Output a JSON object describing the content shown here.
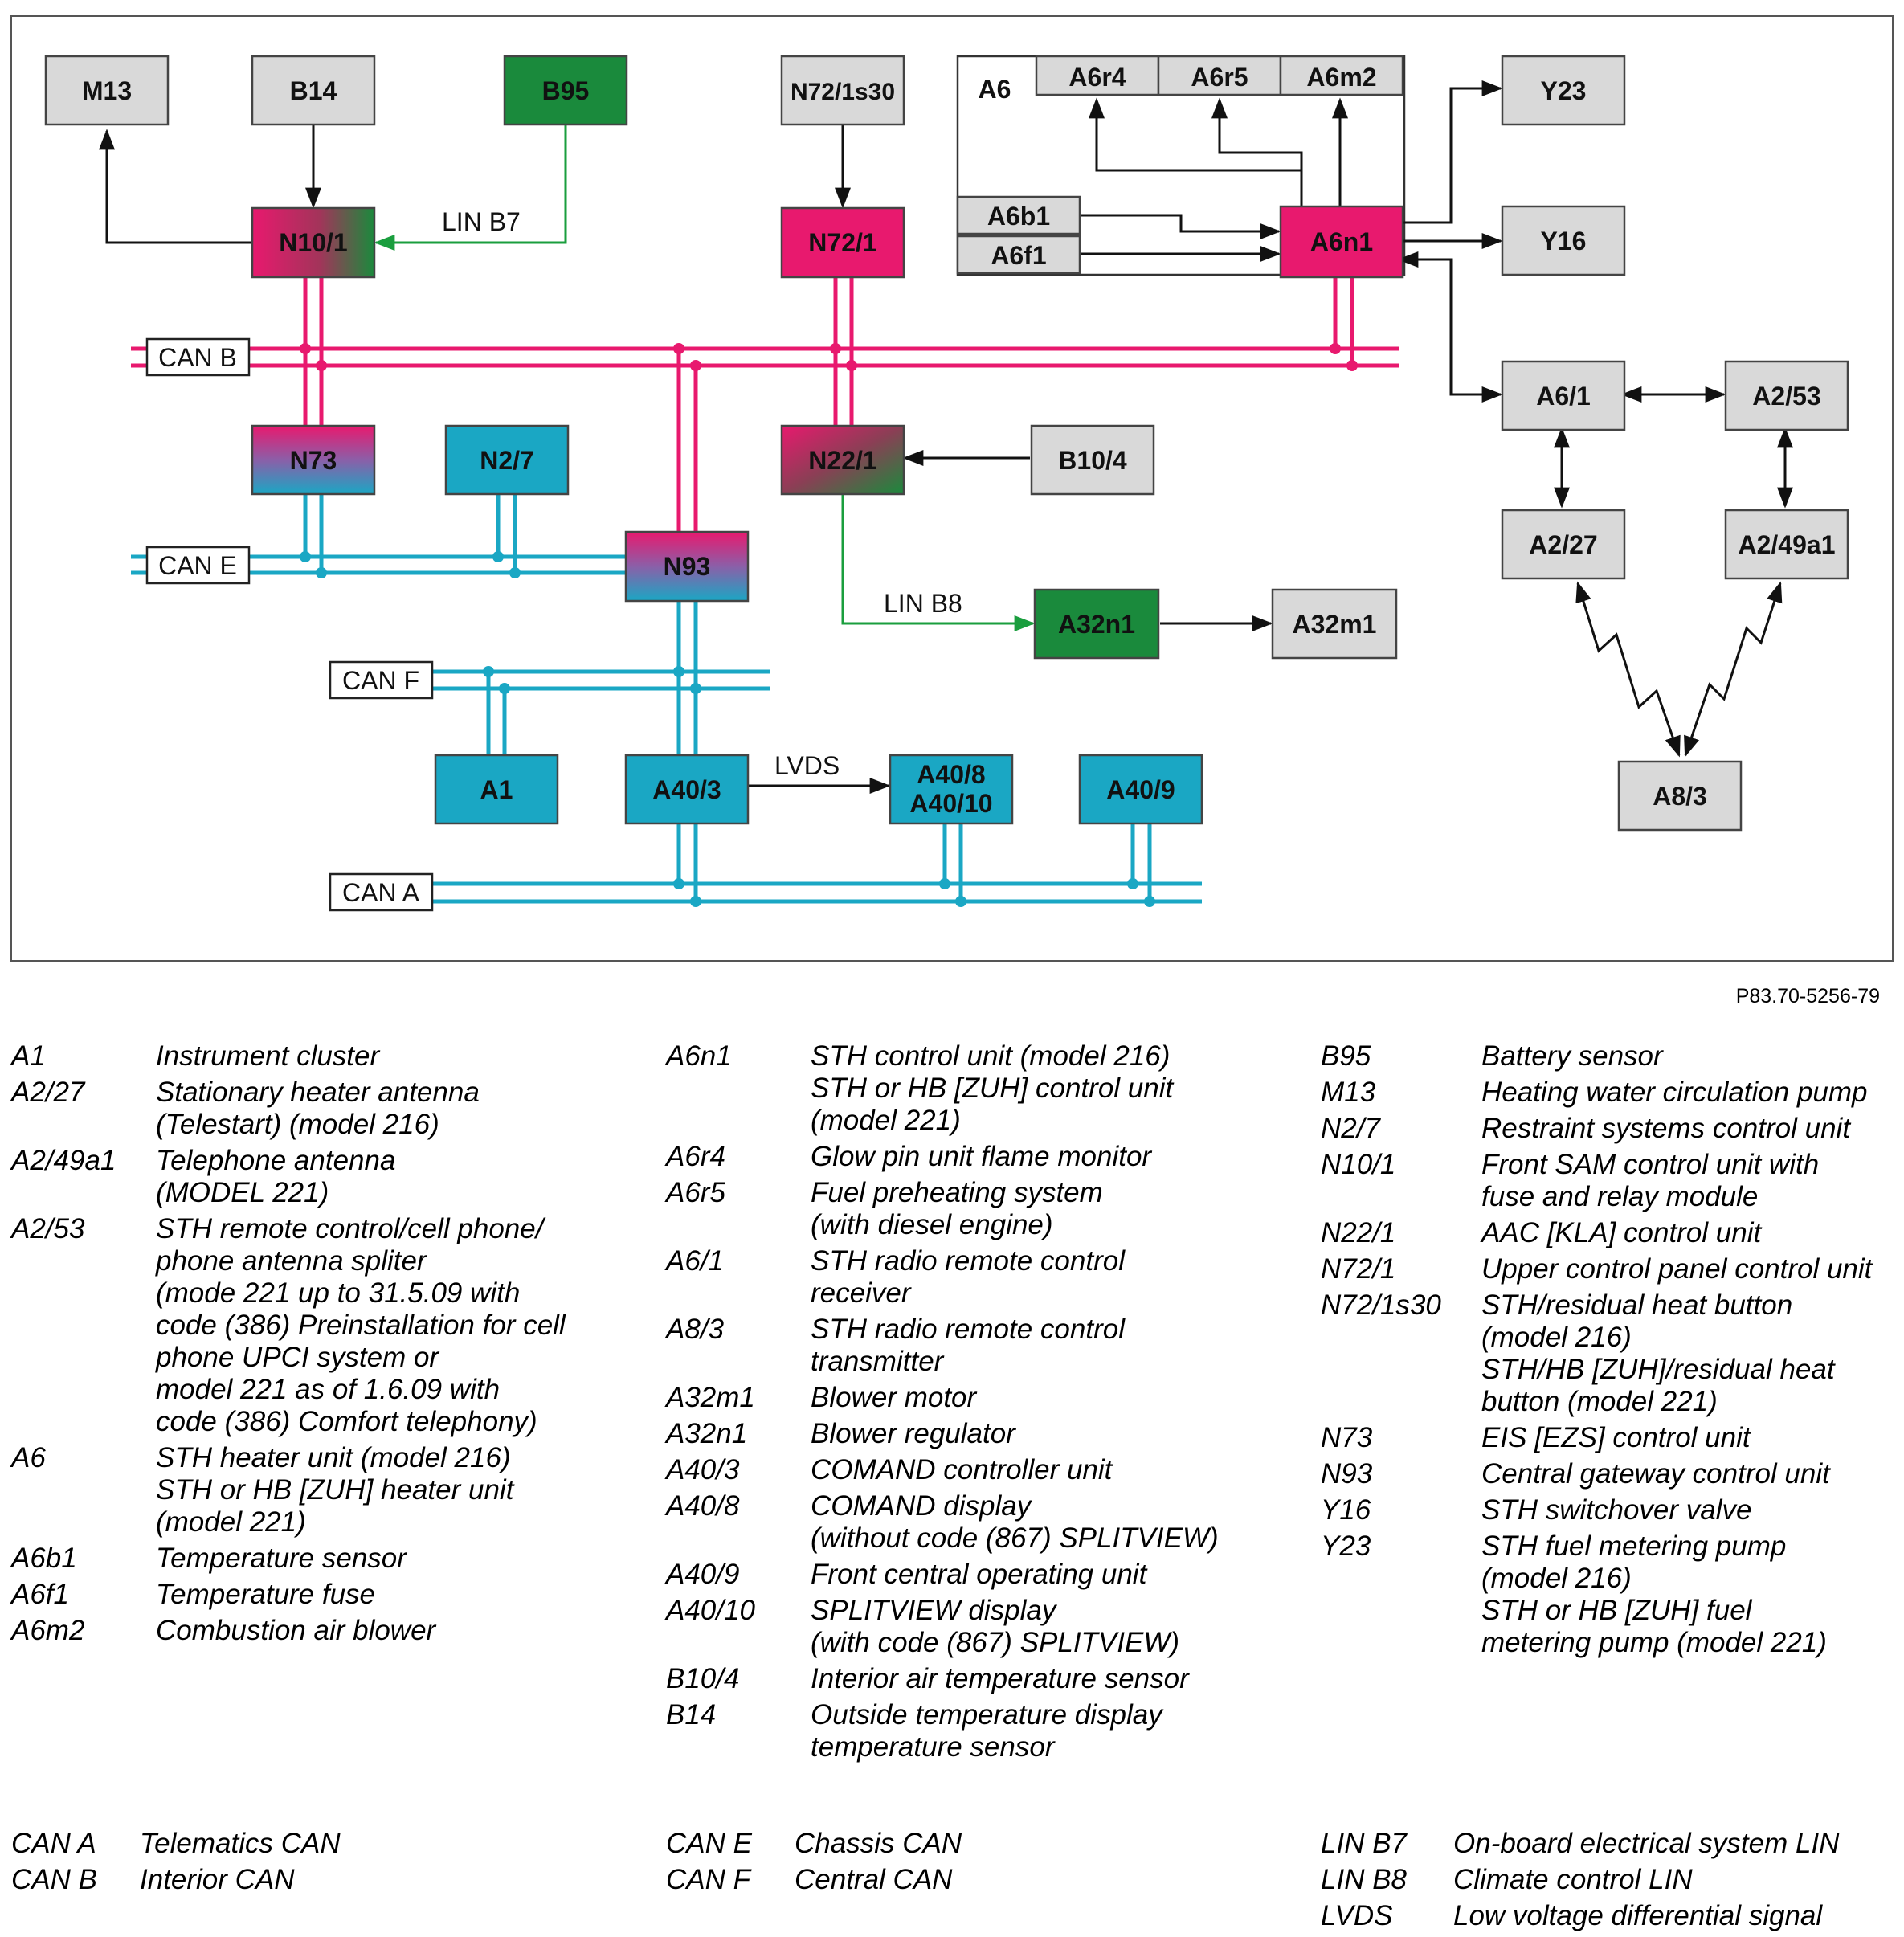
{
  "diagram": {
    "reference": "P83.70-5256-79",
    "nodes": [
      {
        "id": "M13",
        "label": "M13",
        "style": "gray"
      },
      {
        "id": "B14",
        "label": "B14",
        "style": "gray"
      },
      {
        "id": "B95",
        "label": "B95",
        "style": "green"
      },
      {
        "id": "N72/1s30",
        "label": "N72/1s30",
        "style": "gray"
      },
      {
        "id": "A6",
        "label": "A6",
        "style": "container"
      },
      {
        "id": "A6r4",
        "label": "A6r4",
        "style": "gray"
      },
      {
        "id": "A6r5",
        "label": "A6r5",
        "style": "gray"
      },
      {
        "id": "A6m2",
        "label": "A6m2",
        "style": "gray"
      },
      {
        "id": "A6b1",
        "label": "A6b1",
        "style": "gray"
      },
      {
        "id": "A6f1",
        "label": "A6f1",
        "style": "gray"
      },
      {
        "id": "A6n1",
        "label": "A6n1",
        "style": "magenta"
      },
      {
        "id": "Y23",
        "label": "Y23",
        "style": "gray"
      },
      {
        "id": "Y16",
        "label": "Y16",
        "style": "gray"
      },
      {
        "id": "N10/1",
        "label": "N10/1",
        "style": "magenta-green"
      },
      {
        "id": "N72/1",
        "label": "N72/1",
        "style": "magenta"
      },
      {
        "id": "N73",
        "label": "N73",
        "style": "magenta-cyan"
      },
      {
        "id": "N2/7",
        "label": "N2/7",
        "style": "cyan"
      },
      {
        "id": "N22/1",
        "label": "N22/1",
        "style": "magenta-green"
      },
      {
        "id": "B10/4",
        "label": "B10/4",
        "style": "gray"
      },
      {
        "id": "N93",
        "label": "N93",
        "style": "magenta-cyan"
      },
      {
        "id": "A32n1",
        "label": "A32n1",
        "style": "green"
      },
      {
        "id": "A32m1",
        "label": "A32m1",
        "style": "gray"
      },
      {
        "id": "A1",
        "label": "A1",
        "style": "cyan"
      },
      {
        "id": "A40/3",
        "label": "A40/3",
        "style": "cyan"
      },
      {
        "id": "A40/8 A40/10",
        "label": "A40/8",
        "label2": "A40/10",
        "style": "cyan"
      },
      {
        "id": "A40/9",
        "label": "A40/9",
        "style": "cyan"
      },
      {
        "id": "A6/1",
        "label": "A6/1",
        "style": "gray"
      },
      {
        "id": "A2/53",
        "label": "A2/53",
        "style": "gray"
      },
      {
        "id": "A2/27",
        "label": "A2/27",
        "style": "gray"
      },
      {
        "id": "A2/49a1",
        "label": "A2/49a1",
        "style": "gray"
      },
      {
        "id": "A8/3",
        "label": "A8/3",
        "style": "gray"
      }
    ],
    "buses": [
      {
        "id": "CAN B",
        "label": "CAN B",
        "color": "#e8196e"
      },
      {
        "id": "CAN E",
        "label": "CAN E",
        "color": "#1aa7c4"
      },
      {
        "id": "CAN F",
        "label": "CAN F",
        "color": "#1aa7c4"
      },
      {
        "id": "CAN A",
        "label": "CAN A",
        "color": "#1aa7c4"
      }
    ],
    "edge_labels": [
      {
        "id": "LIN B7",
        "label": "LIN B7"
      },
      {
        "id": "LIN B8",
        "label": "LIN B8"
      },
      {
        "id": "LVDS",
        "label": "LVDS"
      }
    ],
    "edges": [
      {
        "from": "N10/1",
        "to": "M13",
        "kind": "arrow"
      },
      {
        "from": "B14",
        "to": "N10/1",
        "kind": "arrow"
      },
      {
        "from": "B95",
        "to": "N10/1",
        "kind": "LIN B7"
      },
      {
        "from": "N72/1s30",
        "to": "N72/1",
        "kind": "arrow"
      },
      {
        "from": "A6n1",
        "to": "A6r4",
        "kind": "arrow"
      },
      {
        "from": "A6n1",
        "to": "A6r5",
        "kind": "arrow"
      },
      {
        "from": "A6n1",
        "to": "A6m2",
        "kind": "arrow"
      },
      {
        "from": "A6b1",
        "to": "A6n1",
        "kind": "arrow"
      },
      {
        "from": "A6f1",
        "to": "A6n1",
        "kind": "arrow"
      },
      {
        "from": "A6n1",
        "to": "Y23",
        "kind": "arrow"
      },
      {
        "from": "A6n1",
        "to": "Y16",
        "kind": "arrow"
      },
      {
        "from": "A6n1",
        "to": "A6/1",
        "kind": "bidirectional"
      },
      {
        "from": "A6/1",
        "to": "A2/53",
        "kind": "bidirectional"
      },
      {
        "from": "A6/1",
        "to": "A2/27",
        "kind": "bidirectional"
      },
      {
        "from": "A2/53",
        "to": "A2/49a1",
        "kind": "bidirectional"
      },
      {
        "from": "A2/27",
        "to": "A8/3",
        "kind": "radio"
      },
      {
        "from": "A2/49a1",
        "to": "A8/3",
        "kind": "radio"
      },
      {
        "from": "B10/4",
        "to": "N22/1",
        "kind": "arrow"
      },
      {
        "from": "N22/1",
        "to": "A32n1",
        "kind": "LIN B8"
      },
      {
        "from": "A32n1",
        "to": "A32m1",
        "kind": "arrow"
      },
      {
        "from": "A40/3",
        "to": "A40/8 A40/10",
        "kind": "LVDS"
      }
    ]
  },
  "legend": {
    "columns": [
      [
        {
          "code": "A1",
          "lines": [
            "Instrument cluster"
          ]
        },
        {
          "code": "A2/27",
          "lines": [
            "Stationary heater antenna",
            "(Telestart) (model 216)"
          ]
        },
        {
          "code": "A2/49a1",
          "lines": [
            "Telephone antenna",
            "(MODEL 221)"
          ]
        },
        {
          "code": "A2/53",
          "lines": [
            "STH remote control/cell phone/",
            "phone antenna spliter",
            "(mode 221 up to 31.5.09 with",
            "code (386) Preinstallation for cell",
            "phone UPCI system or",
            "model 221 as of 1.6.09 with",
            "code (386) Comfort telephony)"
          ]
        },
        {
          "code": "A6",
          "lines": [
            "STH heater unit (model 216)",
            "STH or HB [ZUH] heater unit",
            "(model 221)"
          ]
        },
        {
          "code": "A6b1",
          "lines": [
            "Temperature sensor"
          ]
        },
        {
          "code": "A6f1",
          "lines": [
            "Temperature fuse"
          ]
        },
        {
          "code": "A6m2",
          "lines": [
            "Combustion air blower"
          ]
        }
      ],
      [
        {
          "code": "A6n1",
          "lines": [
            "STH control unit (model 216)",
            "STH or HB [ZUH] control unit",
            "(model 221)"
          ]
        },
        {
          "code": "A6r4",
          "lines": [
            "Glow pin unit flame monitor"
          ]
        },
        {
          "code": "A6r5",
          "lines": [
            "Fuel preheating system",
            "(with diesel engine)"
          ]
        },
        {
          "code": "A6/1",
          "lines": [
            "STH radio remote control",
            "receiver"
          ]
        },
        {
          "code": "A8/3",
          "lines": [
            "STH radio remote control",
            "transmitter"
          ]
        },
        {
          "code": "A32m1",
          "lines": [
            "Blower motor"
          ]
        },
        {
          "code": "A32n1",
          "lines": [
            "Blower regulator"
          ]
        },
        {
          "code": "A40/3",
          "lines": [
            "COMAND controller unit"
          ]
        },
        {
          "code": "A40/8",
          "lines": [
            "COMAND display",
            "(without code (867) SPLITVIEW)"
          ]
        },
        {
          "code": "A40/9",
          "lines": [
            "Front central operating unit"
          ]
        },
        {
          "code": "A40/10",
          "lines": [
            "SPLITVIEW display",
            "(with code (867) SPLITVIEW)"
          ]
        },
        {
          "code": "B10/4",
          "lines": [
            "Interior air temperature sensor"
          ]
        },
        {
          "code": "B14",
          "lines": [
            "Outside temperature display",
            "temperature sensor"
          ]
        }
      ],
      [
        {
          "code": "B95",
          "lines": [
            "Battery sensor"
          ]
        },
        {
          "code": "M13",
          "lines": [
            "Heating water circulation pump"
          ]
        },
        {
          "code": "N2/7",
          "lines": [
            "Restraint systems control unit"
          ]
        },
        {
          "code": "N10/1",
          "lines": [
            "Front SAM control unit with",
            "fuse and relay module"
          ]
        },
        {
          "code": "N22/1",
          "lines": [
            "AAC [KLA] control unit"
          ]
        },
        {
          "code": "N72/1",
          "lines": [
            "Upper control panel control unit"
          ]
        },
        {
          "code": "N72/1s30",
          "lines": [
            "STH/residual heat button",
            "(model 216)",
            "STH/HB [ZUH]/residual heat",
            "button (model 221)"
          ]
        },
        {
          "code": "N73",
          "lines": [
            "EIS [EZS] control unit"
          ]
        },
        {
          "code": "N93",
          "lines": [
            "Central gateway control unit"
          ]
        },
        {
          "code": "Y16",
          "lines": [
            "STH switchover valve"
          ]
        },
        {
          "code": "Y23",
          "lines": [
            "STH fuel metering pump",
            "(model 216)",
            "STH or HB [ZUH] fuel",
            "metering pump (model 221)"
          ]
        }
      ]
    ],
    "bus_legend": [
      [
        {
          "code": "CAN A",
          "lines": [
            "Telematics CAN"
          ]
        },
        {
          "code": "CAN B",
          "lines": [
            "Interior CAN"
          ]
        }
      ],
      [
        {
          "code": "CAN E",
          "lines": [
            "Chassis CAN"
          ]
        },
        {
          "code": "CAN F",
          "lines": [
            "Central CAN"
          ]
        }
      ],
      [
        {
          "code": "LIN B7",
          "lines": [
            "On-board electrical system LIN"
          ]
        },
        {
          "code": "LIN B8",
          "lines": [
            "Climate control LIN"
          ]
        },
        {
          "code": "LVDS",
          "lines": [
            "Low voltage differential signal"
          ]
        }
      ]
    ]
  }
}
